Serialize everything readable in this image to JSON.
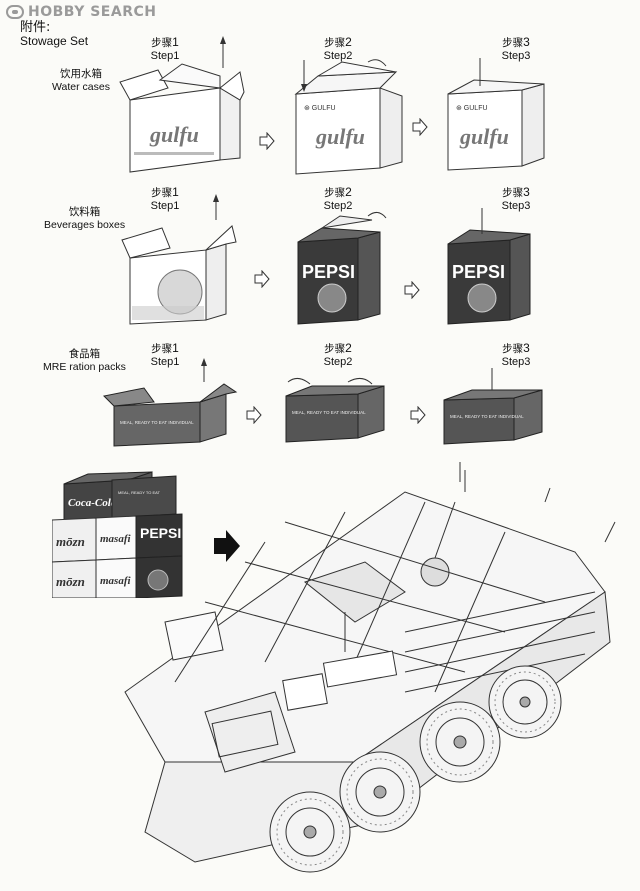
{
  "watermark": {
    "text": "HOBBY SEARCH"
  },
  "header": {
    "title_cn": "附件:",
    "title_en": "Stowage Set"
  },
  "rows": [
    {
      "label_cn": "饮用水箱",
      "label_en": "Water cases",
      "brand": "gulfu",
      "steps": [
        {
          "cn": "步骤",
          "num": "1",
          "en": "Step1"
        },
        {
          "cn": "步骤",
          "num": "2",
          "en": "Step2"
        },
        {
          "cn": "步骤",
          "num": "3",
          "en": "Step3"
        }
      ]
    },
    {
      "label_cn": "饮料箱",
      "label_en": "Beverages boxes",
      "brand": "PEPSI",
      "steps": [
        {
          "cn": "步骤",
          "num": "1",
          "en": "Step1"
        },
        {
          "cn": "步骤",
          "num": "2",
          "en": "Step2"
        },
        {
          "cn": "步骤",
          "num": "3",
          "en": "Step3"
        }
      ]
    },
    {
      "label_cn": "食品箱",
      "label_en": "MRE ration packs",
      "brand": "MEAL, READY TO EAT INDIVIDUAL",
      "steps": [
        {
          "cn": "步骤",
          "num": "1",
          "en": "Step1"
        },
        {
          "cn": "步骤",
          "num": "2",
          "en": "Step2"
        },
        {
          "cn": "步骤",
          "num": "3",
          "en": "Step3"
        }
      ]
    }
  ],
  "stack_brands": [
    "Coca-Cola",
    "MEAL, READY TO EAT",
    "mōzn",
    "masafi",
    "PEPSI"
  ]
}
